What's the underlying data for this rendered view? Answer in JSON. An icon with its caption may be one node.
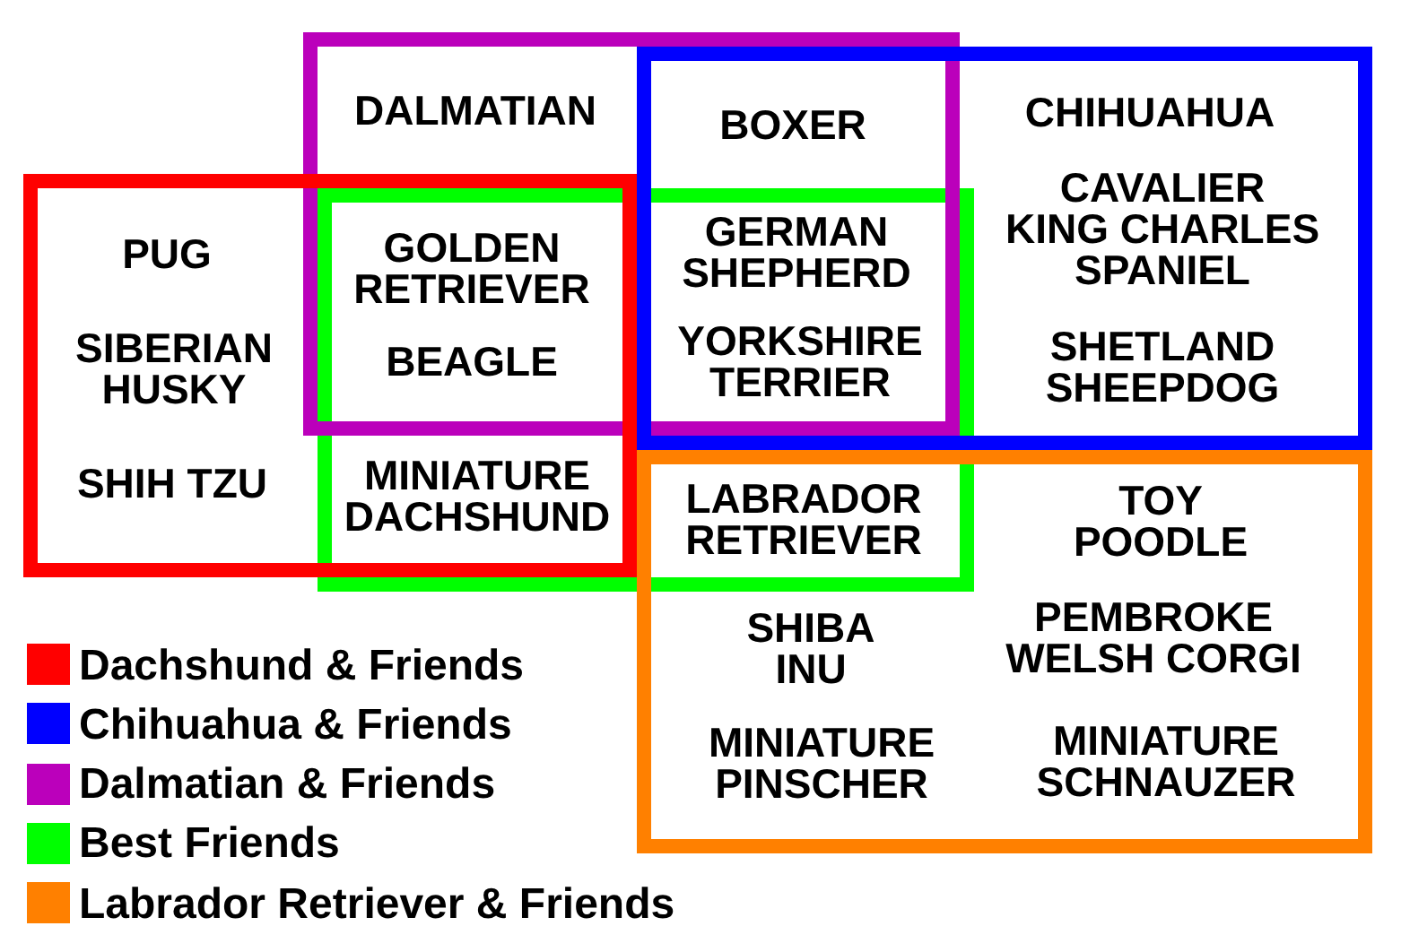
{
  "diagram": {
    "nodes": [
      {
        "text": [],
        "shape": "box"
      },
      {
        "text": [],
        "shape": "box"
      },
      {
        "text": [],
        "shape": "box"
      },
      {
        "text": [],
        "shape": "box"
      },
      {
        "text": [],
        "shape": "box"
      }
    ],
    "labels": [
      "DALMATIAN",
      "BOXER",
      "CHIHUAHUA",
      "PUG",
      "GOLDEN RETRIEVER",
      "GERMAN SHEPHERD",
      "CAVALIER KING CHARLES SPANIEL",
      "BEAGLE",
      "SIBERIAN HUSKY",
      "YORKSHIRE TERRIER",
      "SHETLAND SHEEPDOG",
      "SHIH TZU",
      "MINIATURE DACHSHUND",
      "LABRADOR RETRIEVER",
      "TOY POODLE",
      "SHIBA INU",
      "PEMBROKE WELSH CORGI",
      "MINIATURE PINSCHER",
      "MINIATURE SCHNAUZER"
    ],
    "legend": [
      {
        "text": "Dachshund & Friends",
        "color": "#ff0000"
      },
      {
        "text": "Chihuahua & Friends",
        "color": "#0000ff"
      },
      {
        "text": "Dalmatian & Friends",
        "color": "#bb00bb"
      },
      {
        "text": "Best Friends",
        "color": "#00ff00"
      },
      {
        "text": "Labrador Retriever & Friends",
        "color": "#ff8000"
      }
    ]
  }
}
